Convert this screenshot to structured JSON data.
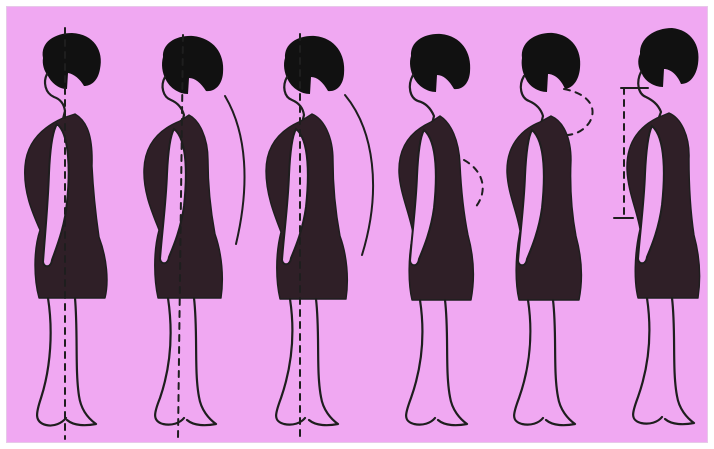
{
  "background": "#f0a8f2",
  "figures": [
    {
      "name": "figure-1",
      "marker": "plumb-line",
      "icon": "posture-normal-icon"
    },
    {
      "name": "figure-2",
      "marker": "back-curve-line",
      "icon": "posture-round-back-icon"
    },
    {
      "name": "figure-3",
      "marker": "back-curve-line",
      "icon": "posture-sway-back-icon"
    },
    {
      "name": "figure-4",
      "marker": "abdomen-bulge",
      "icon": "posture-lordosis-icon"
    },
    {
      "name": "figure-5",
      "marker": "upper-back-bulge",
      "icon": "posture-kyphosis-icon"
    },
    {
      "name": "figure-6",
      "marker": "forward-head-guide",
      "icon": "posture-forward-head-icon"
    }
  ]
}
